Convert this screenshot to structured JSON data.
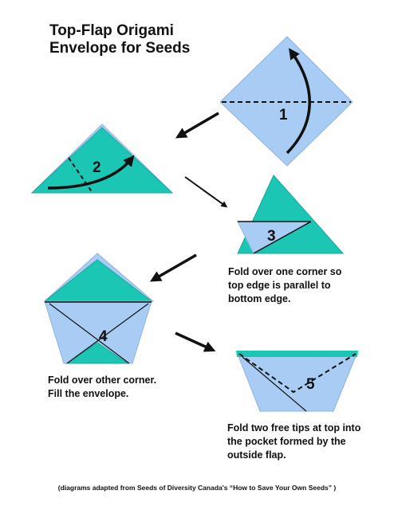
{
  "title": {
    "line1": "Top-Flap Origami",
    "line2": "Envelope for Seeds"
  },
  "steps": [
    {
      "number": "1"
    },
    {
      "number": "2"
    },
    {
      "number": "3",
      "caption": [
        "Fold over one corner so",
        "top edge is parallel to",
        "bottom edge."
      ]
    },
    {
      "number": "4",
      "caption": [
        "Fold over other corner.",
        "Fill the envelope."
      ]
    },
    {
      "number": "5",
      "caption": [
        "Fold two free tips at top into",
        "the pocket formed by the",
        "outside flap."
      ]
    }
  ],
  "credit": "(diagrams adapted from Seeds of Diversity Canada's “How to Save Your Own Seeds” )",
  "colors": {
    "paper_light": "#a9ccf5",
    "paper_teal": "#1cc6b4",
    "line": "#111111"
  }
}
